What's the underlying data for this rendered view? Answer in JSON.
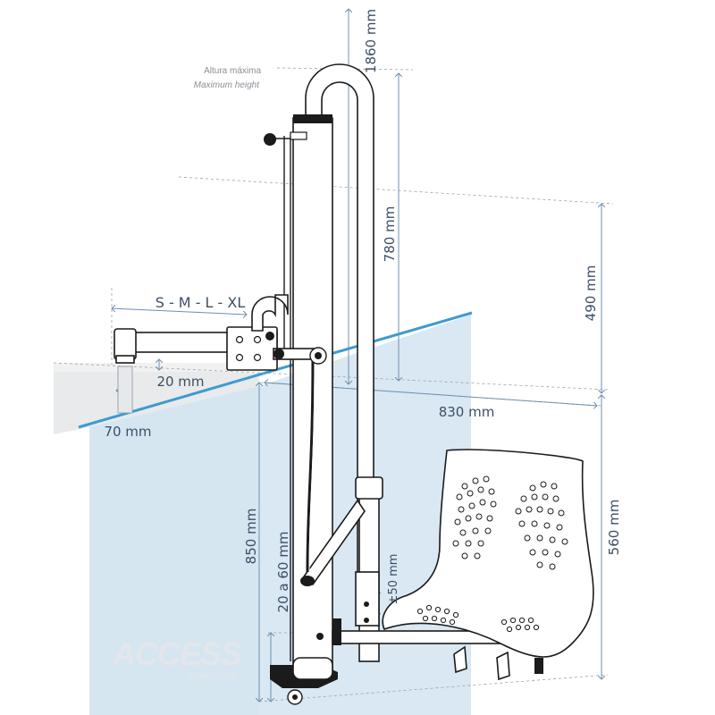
{
  "labels": {
    "max_height_es": "Altura máxima",
    "max_height_en": "Maximum height",
    "d1860": "1860 mm",
    "d780": "780 mm",
    "d490": "490 mm",
    "sizes": "S - M - L - XL",
    "d20": "20 mm",
    "d70": "70 mm",
    "d830": "830 mm",
    "d850": "850 mm",
    "d20a60": "20 a 60 mm",
    "d50": "±50 mm",
    "d560": "560 mm"
  },
  "logo": {
    "name": "ACCESS",
    "sub": "by BLAUTEC"
  },
  "colors": {
    "water": "#d7e7f1",
    "waterline": "#3d9bd0",
    "dimension": "#6f8fb0",
    "text": "#3d4f66"
  }
}
